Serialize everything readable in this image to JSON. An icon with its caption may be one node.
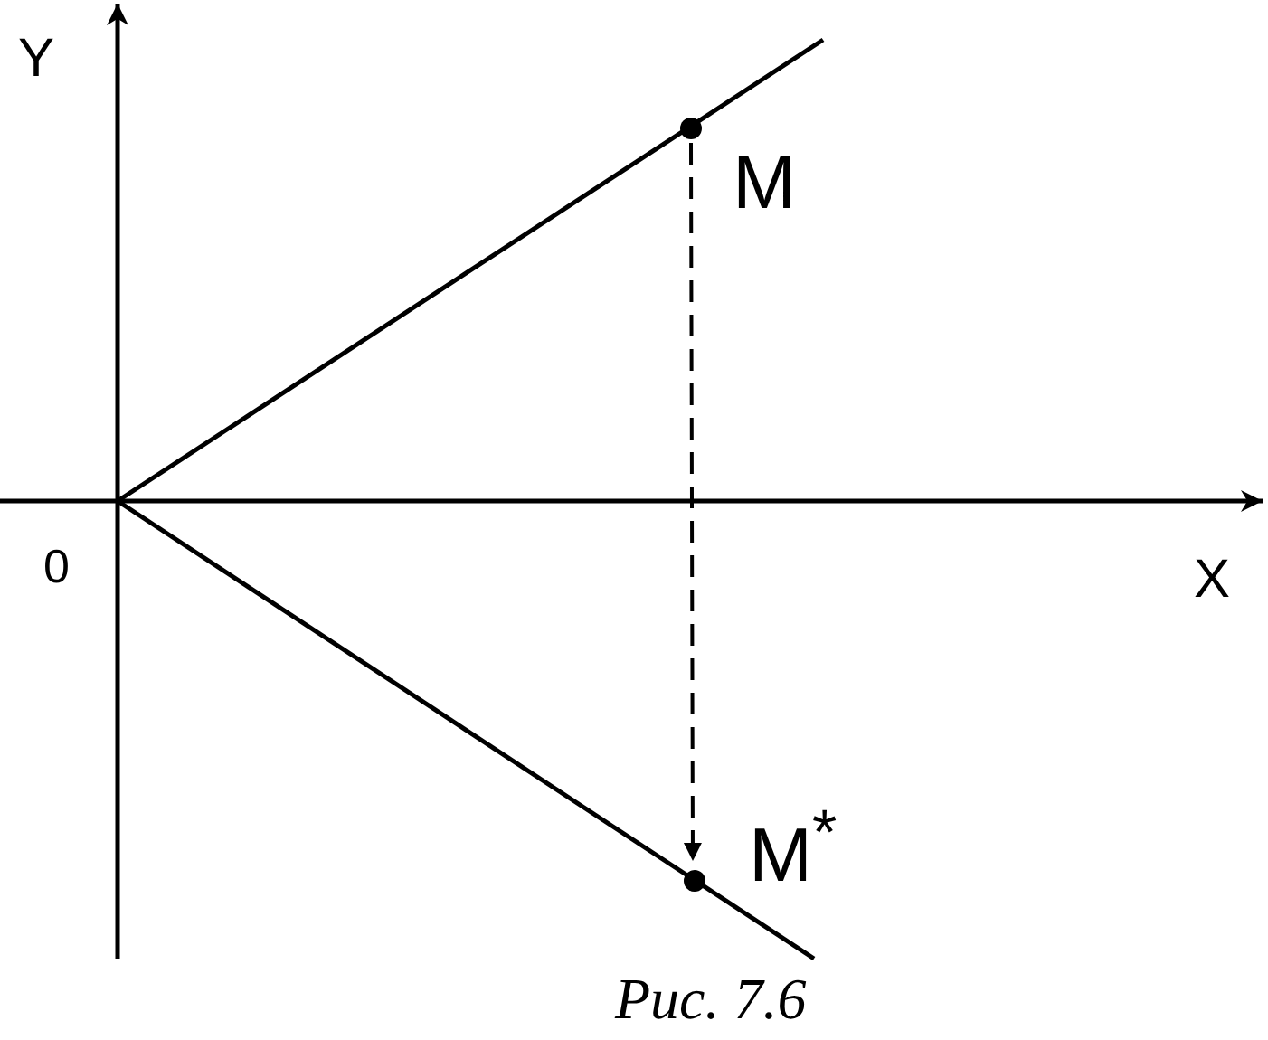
{
  "diagram": {
    "caption": "Рис. 7.6",
    "nodes": [
      {
        "text": [],
        "shape": "circle",
        "beside": [
          "M"
        ]
      },
      {
        "text": [],
        "shape": "circle",
        "beside": [
          "M$^{*}$"
        ]
      }
    ],
    "edges": [
      {
        "from": 0,
        "to": 1,
        "arrow": "to",
        "style": "dashed"
      }
    ],
    "labels": [
      "Y",
      "0",
      "X"
    ]
  }
}
